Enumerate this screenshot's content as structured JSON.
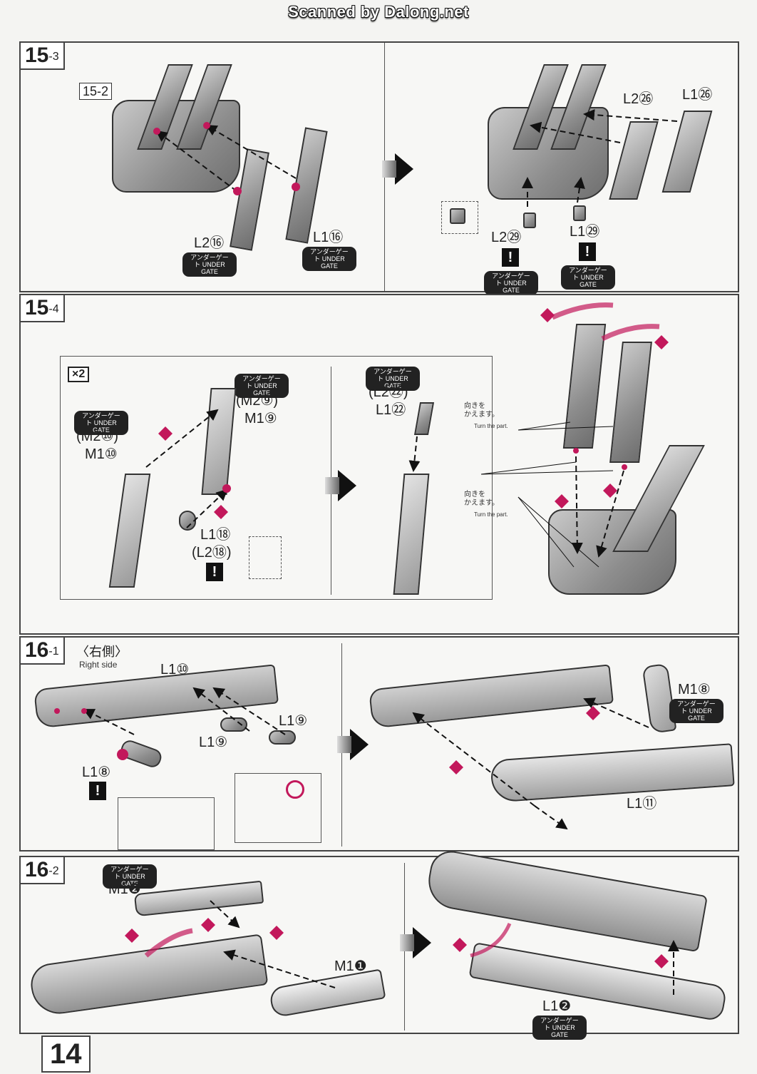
{
  "watermark": "Scanned by Dalong.net",
  "page_number": "14",
  "step_15_3": {
    "step": "15",
    "sub": "-3",
    "ref_box": "15-2",
    "left_parts": [
      {
        "label": "L2⑯",
        "gate": "アンダーゲート UNDER GATE"
      },
      {
        "label": "L1⑯",
        "gate": "アンダーゲート UNDER GATE"
      }
    ],
    "right_parts_top": [
      {
        "label": "L2㉖"
      },
      {
        "label": "L1㉖"
      }
    ],
    "right_parts_bottom": [
      {
        "label": "L2㉙",
        "gate": "アンダーゲート UNDER GATE"
      },
      {
        "label": "L1㉙",
        "gate": "アンダーゲート UNDER GATE"
      }
    ]
  },
  "step_15_4": {
    "step": "15",
    "sub": "-4",
    "multiplier": "×2",
    "gate_top_right": "アンダーゲート UNDER GATE",
    "m2_9": "(M2⑨)",
    "m1_9": "M1⑨",
    "gate_left": "アンダーゲート UNDER GATE",
    "m2_10": "(M2⑩)",
    "m1_10": "M1⑩",
    "l1_18": "L1⑱",
    "l2_18": "(L2⑱)",
    "gate_mid": "アンダーゲート UNDER GATE",
    "l2_22": "(L2㉒)",
    "l1_22": "L1㉒",
    "turn_jp": "向きを\nかえます。",
    "turn_en": "Turn the part."
  },
  "step_16_1": {
    "step": "16",
    "sub": "-1",
    "side_jp": "〈右側〉",
    "side_en": "Right side",
    "l1_10": "L1⑩",
    "l1_9a": "L1⑨",
    "l1_9b": "L1⑨",
    "l1_8": "L1⑧",
    "m1_8": "M1⑧",
    "gate": "アンダーゲート UNDER GATE",
    "l1_11": "L1⑪"
  },
  "step_16_2": {
    "step": "16",
    "sub": "-2",
    "gate": "アンダーゲート UNDER GATE",
    "m1_2": "M1❷",
    "m1_1": "M1❶",
    "l1_2": "L1❷",
    "gate_right": "アンダーゲート UNDER GATE"
  },
  "colors": {
    "accent": "#c2185b",
    "ink": "#222222",
    "paper": "#f7f7f5"
  }
}
